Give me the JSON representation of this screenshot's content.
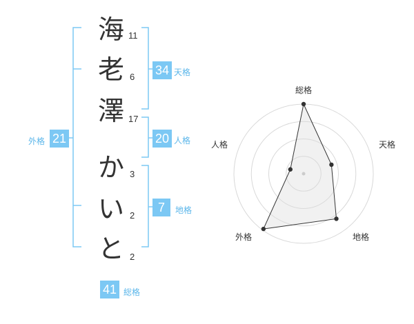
{
  "name": {
    "chars": [
      {
        "char": "海",
        "strokes": "11"
      },
      {
        "char": "老",
        "strokes": "6"
      },
      {
        "char": "澤",
        "strokes": "17"
      },
      {
        "char": "か",
        "strokes": "3"
      },
      {
        "char": "い",
        "strokes": "2"
      },
      {
        "char": "と",
        "strokes": "2"
      }
    ]
  },
  "kakusu": {
    "tenkaku": {
      "value": "34",
      "label": "天格"
    },
    "jinkaku": {
      "value": "20",
      "label": "人格"
    },
    "chikaku": {
      "value": "7",
      "label": "地格"
    },
    "gaikaku": {
      "value": "21",
      "label": "外格"
    },
    "soukaku": {
      "value": "41",
      "label": "総格"
    }
  },
  "colors": {
    "accent": "#7cc8f4",
    "label": "#5bb6ea",
    "text": "#333333"
  },
  "chart_data": {
    "type": "radar",
    "axes": [
      "総格",
      "天格",
      "地格",
      "外格",
      "人格"
    ],
    "values": [
      1.0,
      0.42,
      0.8,
      0.98,
      0.2
    ],
    "rings": 4,
    "grid": true
  }
}
